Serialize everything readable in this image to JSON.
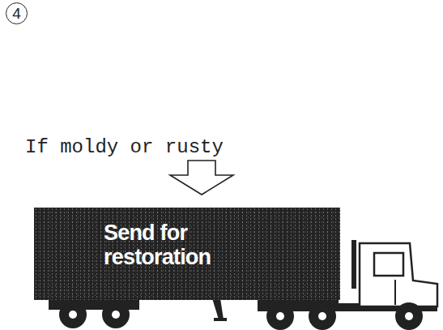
{
  "diagram": {
    "nodes": [
      {
        "text": [
          "4"
        ]
      },
      {
        "text": [
          "Send for restoration"
        ]
      }
    ],
    "labels": [
      "If moldy or rusty"
    ]
  }
}
